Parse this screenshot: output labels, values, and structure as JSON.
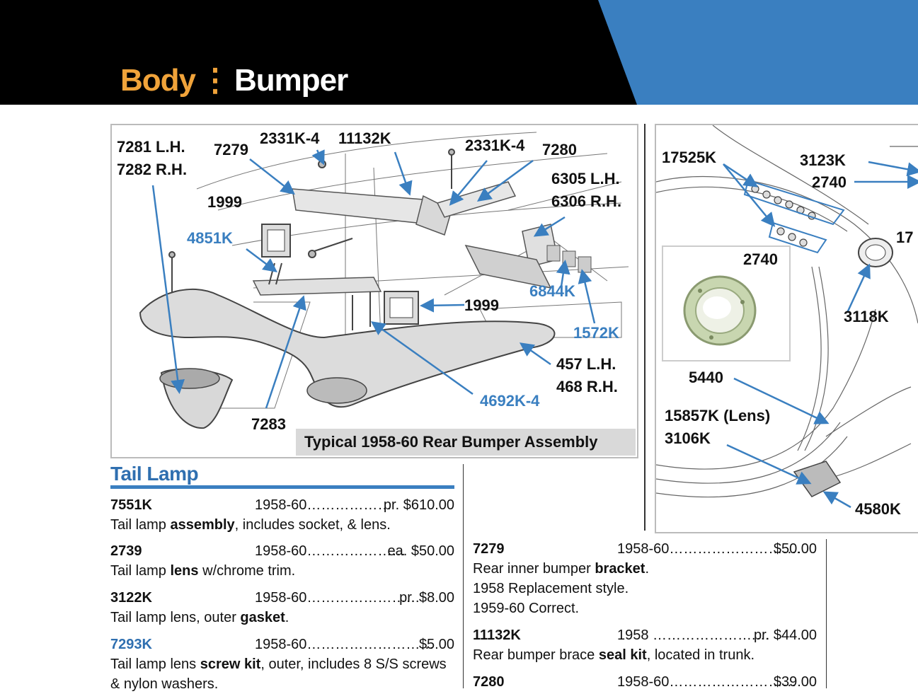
{
  "header": {
    "title_body": "Body",
    "title_sep": "⋮",
    "title_bumper": "Bumper",
    "colors": {
      "black": "#000000",
      "blue": "#3a7fc0",
      "orange": "#f0a33a"
    }
  },
  "diagram_left": {
    "caption": "Typical 1958-60 Rear Bumper Assembly",
    "labels": {
      "l7281": "7281 L.H.",
      "l7282": "7282 R.H.",
      "l7279": "7279",
      "l2331a": "2331K-4",
      "l11132": "11132K",
      "l2331b": "2331K-4",
      "l7280": "7280",
      "l6305": "6305 L.H.",
      "l6306": "6306 R.H.",
      "l1999a": "1999",
      "l4851": "4851K",
      "l1999b": "1999",
      "l6844": "6844K",
      "l1572": "1572K",
      "l457": "457 L.H.",
      "l468": "468 R.H.",
      "l4692": "4692K-4",
      "l7283": "7283"
    }
  },
  "diagram_right": {
    "labels": {
      "l17525": "17525K",
      "l3123": "3123K",
      "l2740a": "2740",
      "l17cut": "17",
      "l2740b": "2740",
      "l3118": "3118K",
      "l5440": "5440",
      "l15857": "15857K (Lens)",
      "l3106": "3106K",
      "l4580": "4580K"
    }
  },
  "tail_lamp": {
    "heading": "Tail Lamp",
    "items": [
      {
        "pn": "7551K",
        "years": "1958-60",
        "price": "pr. $610.00",
        "pre": "Tail lamp ",
        "bold": "assembly",
        "post": ", includes socket, & lens."
      },
      {
        "pn": "2739",
        "years": "1958-60",
        "price": "ea. $50.00",
        "pre": "Tail lamp ",
        "bold": "lens",
        "post": " w/chrome trim."
      },
      {
        "pn": "3122K",
        "years": "1958-60",
        "price": "pr. $8.00",
        "pre": "Tail lamp lens, outer ",
        "bold": "gasket",
        "post": "."
      },
      {
        "pn": "7293K",
        "years": "1958-60",
        "price": "$5.00",
        "pre": "Tail lamp lens ",
        "bold": "screw kit",
        "post": ", outer, includes 8 S/S screws",
        "line2": "& nylon washers."
      }
    ]
  },
  "right_list": {
    "items": [
      {
        "pn": "7279",
        "years": "1958-60",
        "price": "$50.00",
        "pre": "Rear inner bumper ",
        "bold": "bracket",
        "post": ".",
        "line2": "1958 Replacement style.",
        "line3": "1959-60 Correct."
      },
      {
        "pn": "11132K",
        "years": "1958",
        "price": "pr. $44.00",
        "pre": "Rear bumper brace ",
        "bold": "seal kit",
        "post": ", located in trunk."
      },
      {
        "pn": "7280",
        "years": "1958-60",
        "price": "$39.00"
      }
    ]
  }
}
